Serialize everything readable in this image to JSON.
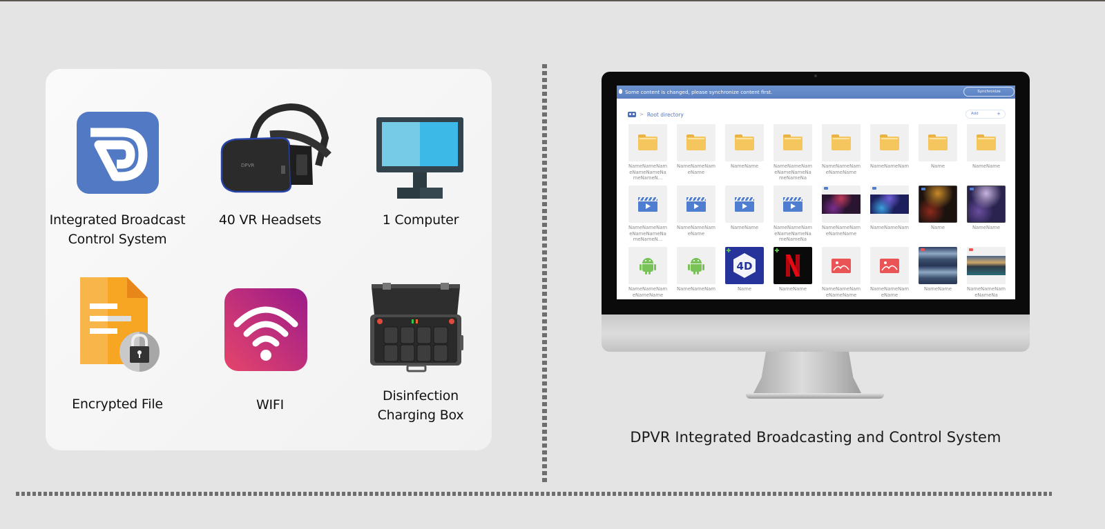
{
  "features": [
    {
      "id": "broadcast",
      "label_lines": [
        "Integrated Broadcast",
        "Control System"
      ],
      "icon": "dpvr-logo-icon",
      "color": "#5179c4"
    },
    {
      "id": "headsets",
      "label_lines": [
        "40 VR Headsets"
      ],
      "icon": "vr-headset-icon",
      "brand": "DPVR"
    },
    {
      "id": "computer",
      "label_lines": [
        "1 Computer"
      ],
      "icon": "monitor-icon",
      "color": "#3cb9e6"
    },
    {
      "id": "encrypted",
      "label_lines": [
        "Encrypted File"
      ],
      "icon": "locked-file-icon",
      "color": "#f6a623"
    },
    {
      "id": "wifi",
      "label_lines": [
        "WIFI"
      ],
      "icon": "wifi-icon",
      "color": "#c0287a"
    },
    {
      "id": "charging",
      "label_lines": [
        "Disinfection",
        "Charging Box"
      ],
      "icon": "charging-case-icon"
    }
  ],
  "screen": {
    "sync_message": "Some content is changed, please synchronize content first.",
    "sync_button": "Synchronize",
    "breadcrumb": "Root directory",
    "breadcrumb_sep": ">",
    "add_button": "Add",
    "add_symbol": "+",
    "rows": [
      [
        {
          "type": "folder",
          "name": "NameNameNameNameNameNameNameN..."
        },
        {
          "type": "folder",
          "name": "NameNameNameName"
        },
        {
          "type": "folder",
          "name": "NameName"
        },
        {
          "type": "folder",
          "name": "NameNameNameNameNameNameNameNa"
        },
        {
          "type": "folder",
          "name": "NameNameNameNameName"
        },
        {
          "type": "folder",
          "name": "NameNameNam"
        },
        {
          "type": "folder",
          "name": "Name"
        },
        {
          "type": "folder",
          "name": "NameName"
        }
      ],
      [
        {
          "type": "video",
          "name": "NameNameNameNameNameNameNameN..."
        },
        {
          "type": "video",
          "name": "NameNameNameName"
        },
        {
          "type": "video",
          "name": "NameName"
        },
        {
          "type": "video",
          "name": "NameNameNameNameNameNameNameNa"
        },
        {
          "type": "video-thumb",
          "name": "NameNameNameNameName",
          "palette": [
            "#2a1530",
            "#c23a5b",
            "#7a2d8f"
          ]
        },
        {
          "type": "video-thumb",
          "name": "NameNameNam",
          "palette": [
            "#1d1f5c",
            "#6f5fd8",
            "#3aa1e0"
          ]
        },
        {
          "type": "video-full",
          "name": "Name",
          "palette": [
            "#1b120e",
            "#c98a2a",
            "#8c2a1c"
          ]
        },
        {
          "type": "video-full",
          "name": "NameName",
          "palette": [
            "#2a2350",
            "#c9b4e0",
            "#6a4e9e"
          ]
        }
      ],
      [
        {
          "type": "android",
          "name": "NameNameNameNameName"
        },
        {
          "type": "android",
          "name": "NameNameNam"
        },
        {
          "type": "app-4d",
          "name": "Name"
        },
        {
          "type": "app-netflix",
          "name": "NameName"
        },
        {
          "type": "image",
          "name": "NameNameNameNameName"
        },
        {
          "type": "image",
          "name": "NameNameNameName"
        },
        {
          "type": "pano-stereo",
          "name": "NameName"
        },
        {
          "type": "pano",
          "name": "NameNameNameNameNa"
        }
      ]
    ]
  },
  "caption": "DPVR Integrated Broadcasting and Control System"
}
